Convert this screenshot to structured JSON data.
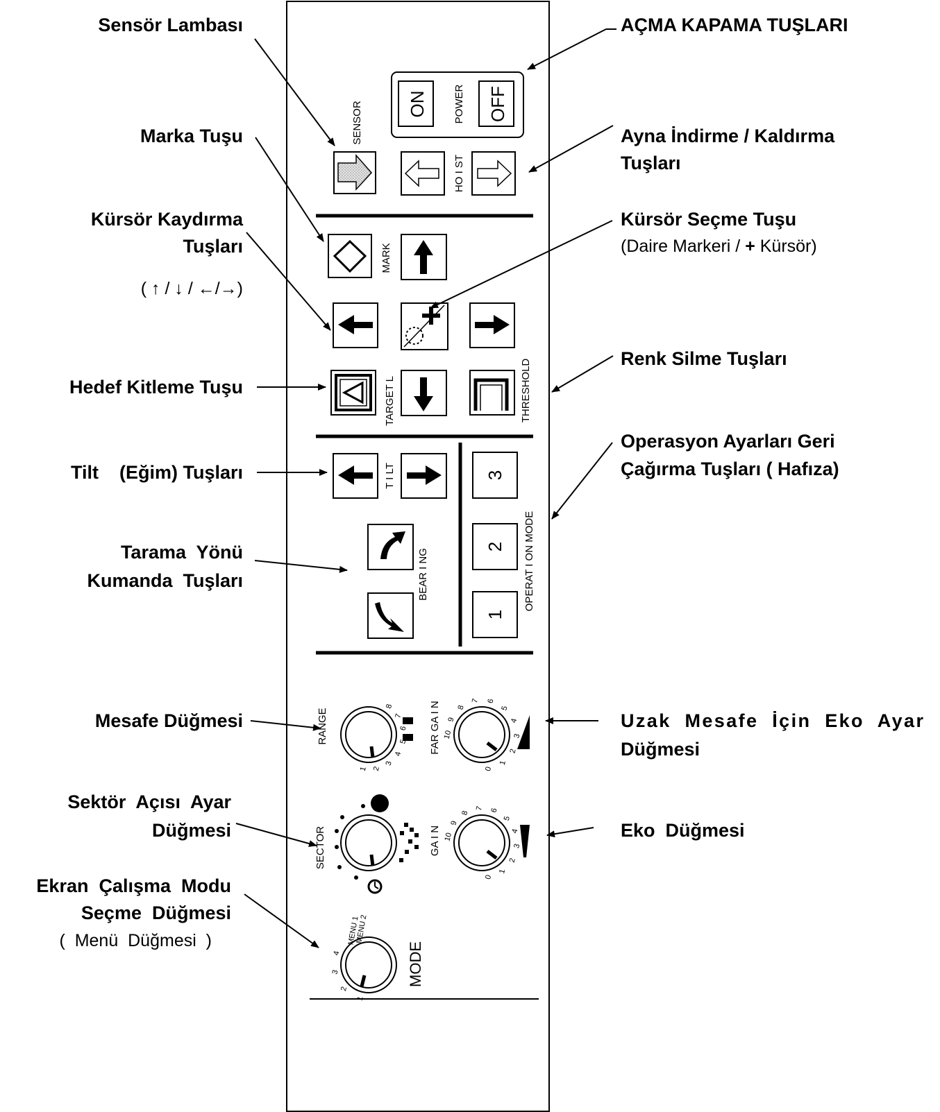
{
  "callouts": {
    "sensor_lamp": "Sensör Lambası",
    "power_keys": "AÇMA KAPAMA TUŞLARI",
    "mark_key": "Marka Tuşu",
    "hoist_keys_1": "Ayna İndirme / Kaldırma",
    "hoist_keys_2": "Tuşları",
    "cursor_shift_1": "Kürsör Kaydırma",
    "cursor_shift_2": "Tuşları",
    "cursor_shift_3": "( ↑ / ↓  /  ←/→)",
    "cursor_select_1": "Kürsör Seçme Tuşu",
    "cursor_select_2": "(Daire Markeri   /    ",
    "cursor_select_plus": "+",
    "cursor_select_3": " Kürsör)",
    "target_lock": "Hedef Kitleme Tuşu",
    "threshold": "Renk Silme Tuşları",
    "tilt": "Tilt    (Eğim) Tuşları",
    "op_mode_1": "Operasyon Ayarları Geri",
    "op_mode_2": "Çağırma Tuşları ( Hafıza)",
    "bearing_1": "Tarama  Yönü",
    "bearing_2": "Kumanda  Tuşları",
    "range_knob": "Mesafe Düğmesi",
    "far_gain_1": "Uzak  Mesafe  İçin  Eko  Ayar",
    "far_gain_2": "Düğmesi",
    "sector_1": "Sektör  Açısı  Ayar",
    "sector_2": "Düğmesi",
    "gain": "Eko  Düğmesi",
    "mode_1": "Ekran  Çalışma  Modu",
    "mode_2": "Seçme  Düğmesi",
    "mode_3": "(  Menü  Düğmesi  )"
  },
  "panel": {
    "sensor": "SENSOR",
    "power": "POWER",
    "on": "ON",
    "off": "OFF",
    "hoist": "HO I ST",
    "mark": "MARK",
    "target_l": "TARGET L",
    "threshold": "THRESHOLD",
    "tilt": "T I LT",
    "bearing": "BEAR I NG",
    "operation_mode": "OPERAT I ON MODE",
    "op_keys": [
      "3",
      "2",
      "1"
    ],
    "range": "RANGE",
    "range_nums": [
      "1",
      "2",
      "3",
      "4",
      "5",
      "6",
      "7",
      "8"
    ],
    "far_gain": "FAR GA I N",
    "gain": "GA I N",
    "gain_nums": [
      "0",
      "1",
      "2",
      "3",
      "4",
      "5",
      "6",
      "7",
      "8",
      "9",
      "10"
    ],
    "sector": "SECTOR",
    "mode": "MODE",
    "menu1": "MENU 1",
    "menu2": "MENU 2",
    "mode_nums": [
      "1",
      "2",
      "3",
      "4"
    ]
  }
}
